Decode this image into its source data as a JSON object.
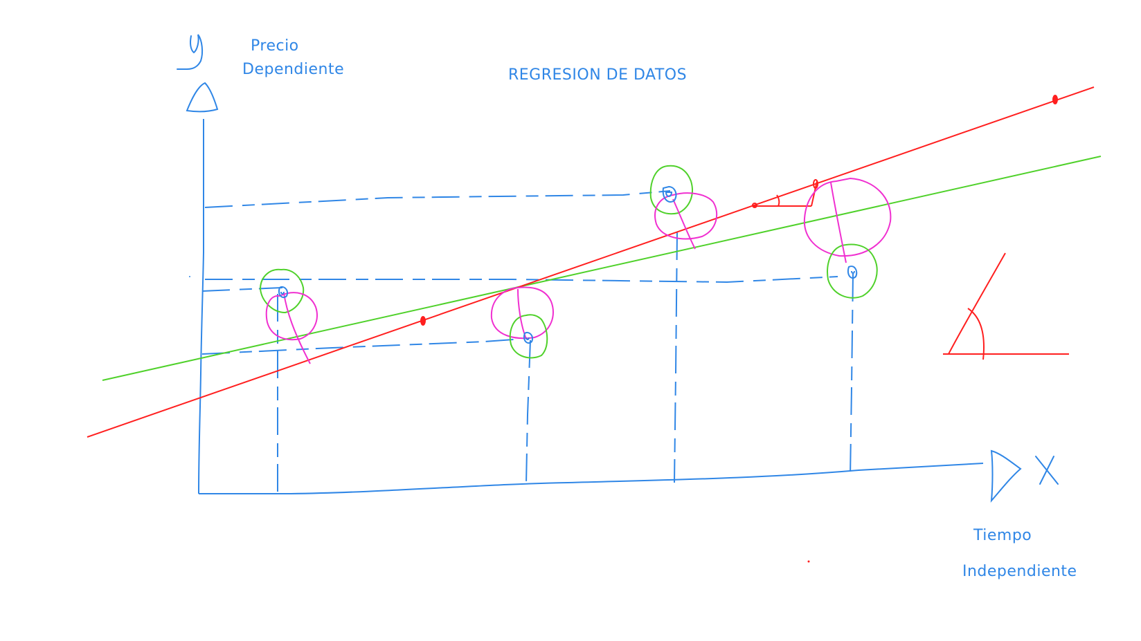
{
  "title": "REGRESION DE DATOS",
  "y_axis": {
    "letter": "y",
    "label_line1": "Precio",
    "label_line2": "Dependiente"
  },
  "x_axis": {
    "letter": "X",
    "label_line1": "Tiempo",
    "label_line2": "Independiente"
  },
  "colors": {
    "ink": "#2f86e6",
    "regression_red": "#ff1f1f",
    "regression_green": "#4fd12a",
    "residual_magenta": "#f02fd0"
  }
}
